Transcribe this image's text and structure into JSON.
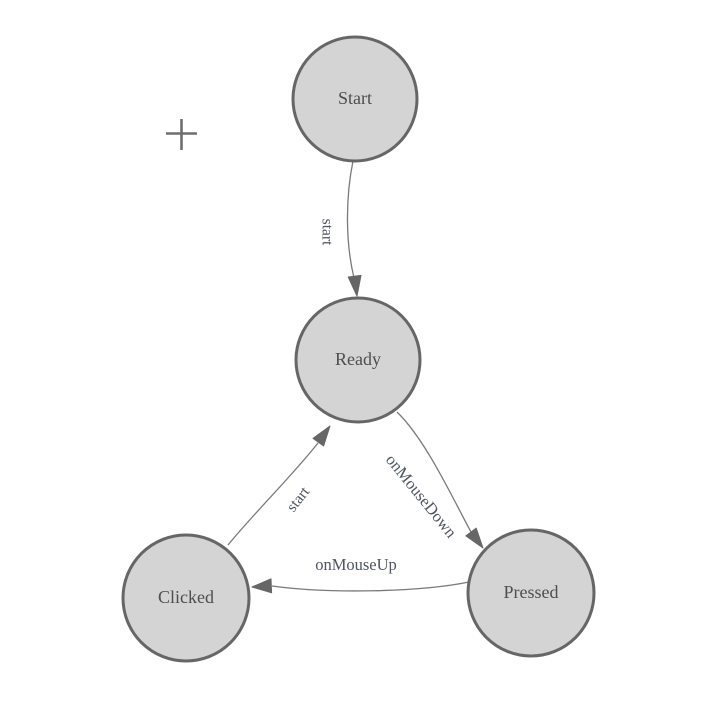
{
  "diagram": {
    "kind": "finite-state-machine",
    "nodes": [
      {
        "id": "start",
        "label": "Start"
      },
      {
        "id": "ready",
        "label": "Ready"
      },
      {
        "id": "clicked",
        "label": "Clicked"
      },
      {
        "id": "pressed",
        "label": "Pressed"
      }
    ],
    "edges": [
      {
        "from": "Start",
        "to": "Ready",
        "label": "start"
      },
      {
        "from": "Clicked",
        "to": "Ready",
        "label": "start"
      },
      {
        "from": "Ready",
        "to": "Pressed",
        "label": "onMouseDown"
      },
      {
        "from": "Pressed",
        "to": "Clicked",
        "label": "onMouseUp"
      }
    ],
    "colors": {
      "background": "#ffffff",
      "node_fill": "#d4d4d4",
      "node_stroke": "#666666",
      "edge_stroke": "#7a7a7a",
      "arrow_fill": "#666666",
      "node_label_text": "#4f4d4e",
      "edge_label_text": "#4e5560",
      "crosshair": "#6e6e6e"
    },
    "cursor_mark": {
      "type": "crosshair"
    }
  }
}
